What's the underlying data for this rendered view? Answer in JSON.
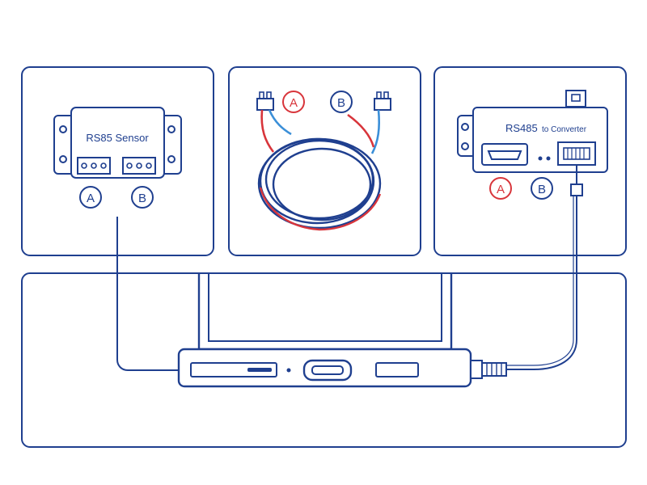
{
  "colors": {
    "navy": "#1f3f8f",
    "red": "#d8353b",
    "blue": "#3b8fd8",
    "background": "#ffffff"
  },
  "panels": {
    "sensor": {
      "title": "RS85 Sensor",
      "terminal_a": "A",
      "terminal_b": "B"
    },
    "cable": {
      "wire_a": "A",
      "wire_b": "B"
    },
    "converter": {
      "title": "RS485",
      "subtitle": "to Converter",
      "terminal_a": "A",
      "terminal_b": "B"
    },
    "laptop": {
      "ports": [
        "card-slot-icon",
        "hdmi-port-icon",
        "usb-port-icon"
      ]
    }
  }
}
